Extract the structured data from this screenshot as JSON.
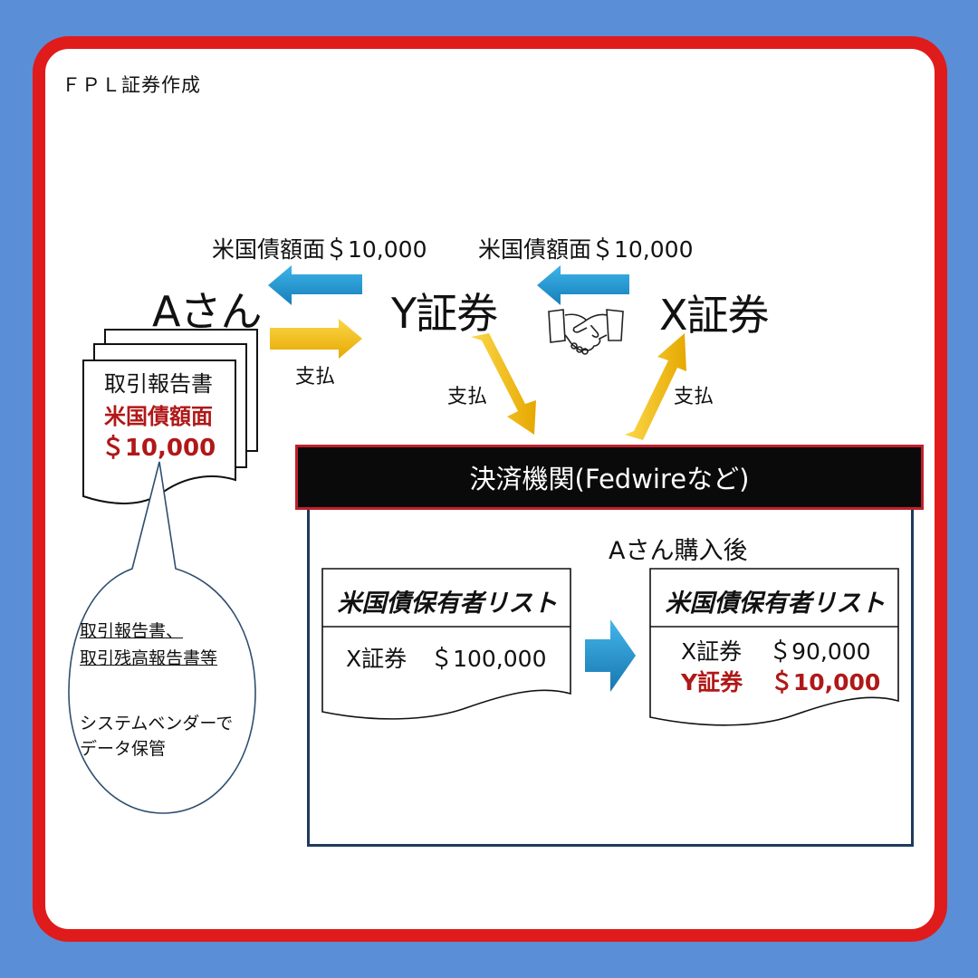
{
  "header": {
    "title": "ＦＰＬ証券作成"
  },
  "colors": {
    "background": "#5a8ed6",
    "frame_border": "#e01b1b",
    "highlight_text": "#b01818",
    "blue_arrow": "#1f9ad6",
    "yellow_arrow": "#f4c20d",
    "settlement_bar": "#0a0a0a",
    "box_border": "#1f3a5c"
  },
  "parties": {
    "a": "Aさん",
    "y": "Y証券",
    "x": "X証券"
  },
  "flows": {
    "y_to_a_bond": "米国債額面＄10,000",
    "x_to_y_bond": "米国債額面＄10,000",
    "a_to_y_payment": "支払",
    "y_to_settlement_payment": "支払",
    "settlement_to_x_payment": "支払"
  },
  "icons": {
    "handshake": "handshake-icon",
    "arrow_left": "arrow-left-icon",
    "arrow_right": "arrow-right-icon",
    "arrow_down_right": "arrow-down-right-icon",
    "arrow_up_right": "arrow-up-right-icon"
  },
  "trade_report": {
    "title": "取引報告書",
    "line1": "米国債額面",
    "line2": "＄10,000"
  },
  "bubble": {
    "line1": "取引報告書、",
    "line2": "取引残高報告書等",
    "line3": "システムベンダーで",
    "line4": "データ保管"
  },
  "settlement": {
    "title": "決済機関(Fedwireなど)",
    "after_label": "Aさん購入後",
    "before_list": {
      "title": "米国債保有者リスト",
      "rows": [
        {
          "holder": "X証券",
          "amount": "＄100,000"
        }
      ]
    },
    "after_list": {
      "title": "米国債保有者リスト",
      "rows": [
        {
          "holder": "X証券",
          "amount": "＄90,000"
        },
        {
          "holder": "Y証券",
          "amount": "＄10,000"
        }
      ]
    }
  }
}
